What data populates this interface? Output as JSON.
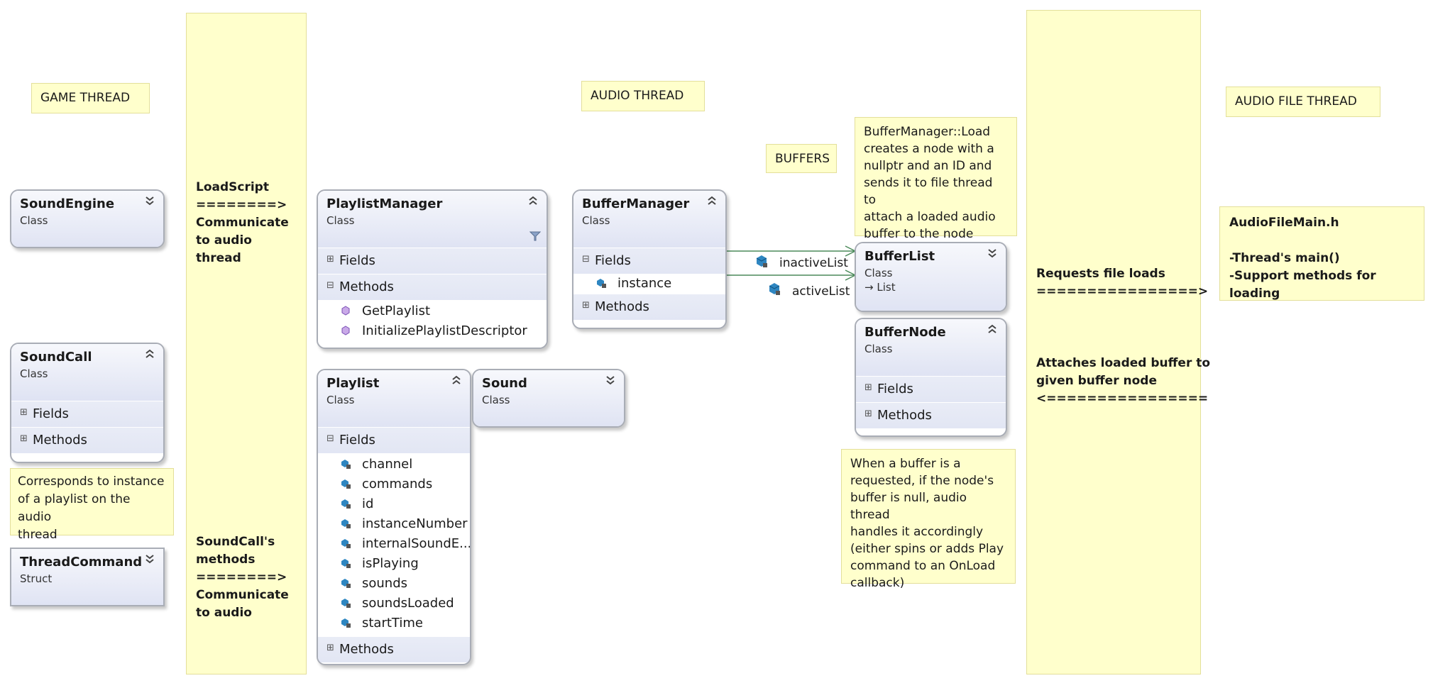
{
  "bands": {
    "left": {
      "text1": "LoadScript\n========>\nCommunicate\nto audio\nthread",
      "text2": "SoundCall's\nmethods\n========>\nCommunicate\nto audio"
    },
    "right": {
      "text1": "Requests file loads\n================>",
      "text2": "Attaches loaded buffer to\ngiven buffer node\n<================"
    }
  },
  "headers": {
    "game": "GAME THREAD",
    "audio": "AUDIO THREAD",
    "buffers": "BUFFERS",
    "file": "AUDIO FILE THREAD"
  },
  "notes": {
    "playlist_instance": "Corresponds to instance\nof a playlist on the audio\nthread",
    "buffer_load": "BufferManager::Load\ncreates a node with a\nnullptr and an ID and\nsends it to file thread to\nattach a loaded audio\nbuffer to the node",
    "buffer_request": "When a buffer is a\nrequested, if the node's\nbuffer is null, audio thread\nhandles it accordingly\n(either spins or adds Play\ncommand to an OnLoad\ncallback)",
    "audio_file_main": "AudioFileMain.h\n\n-Thread's main()\n-Support methods for loading"
  },
  "classes": {
    "sound_engine": {
      "name": "SoundEngine",
      "kind": "Class",
      "toggle": "⌄⌄"
    },
    "sound_call": {
      "name": "SoundCall",
      "kind": "Class",
      "toggle": "⌃⌃",
      "fields": "Fields",
      "methods": "Methods"
    },
    "thread_command": {
      "name": "ThreadCommand",
      "kind": "Struct",
      "toggle": "⌄⌄"
    },
    "playlist_manager": {
      "name": "PlaylistManager",
      "kind": "Class",
      "toggle": "⌃⌃",
      "fields": "Fields",
      "methods": "Methods",
      "method_items": [
        "GetPlaylist",
        "InitializePlaylistDescriptor"
      ]
    },
    "buffer_manager": {
      "name": "BufferManager",
      "kind": "Class",
      "toggle": "⌃⌃",
      "fields": "Fields",
      "methods": "Methods",
      "field_items": [
        "instance"
      ]
    },
    "playlist": {
      "name": "Playlist",
      "kind": "Class",
      "toggle": "⌃⌃",
      "fields": "Fields",
      "methods": "Methods",
      "field_items": [
        "channel",
        "commands",
        "id",
        "instanceNumber",
        "internalSoundE...",
        "isPlaying",
        "sounds",
        "soundsLoaded",
        "startTime"
      ]
    },
    "sound": {
      "name": "Sound",
      "kind": "Class",
      "toggle": "⌄⌄"
    },
    "buffer_list": {
      "name": "BufferList",
      "kind": "Class",
      "toggle": "⌄⌄",
      "base": "List"
    },
    "buffer_node": {
      "name": "BufferNode",
      "kind": "Class",
      "toggle": "⌃⌃",
      "fields": "Fields",
      "methods": "Methods"
    }
  },
  "associations": {
    "inactive": "inactiveList",
    "active": "activeList"
  },
  "icons": {
    "field": "field-icon",
    "method": "method-icon",
    "filter": "filter-icon",
    "association": "association-icon"
  },
  "colors": {
    "note_bg": "#ffffcc",
    "class_header": "#dfe3f3",
    "section_bg": "#e4e8f5",
    "connector": "#4b8a5a"
  }
}
